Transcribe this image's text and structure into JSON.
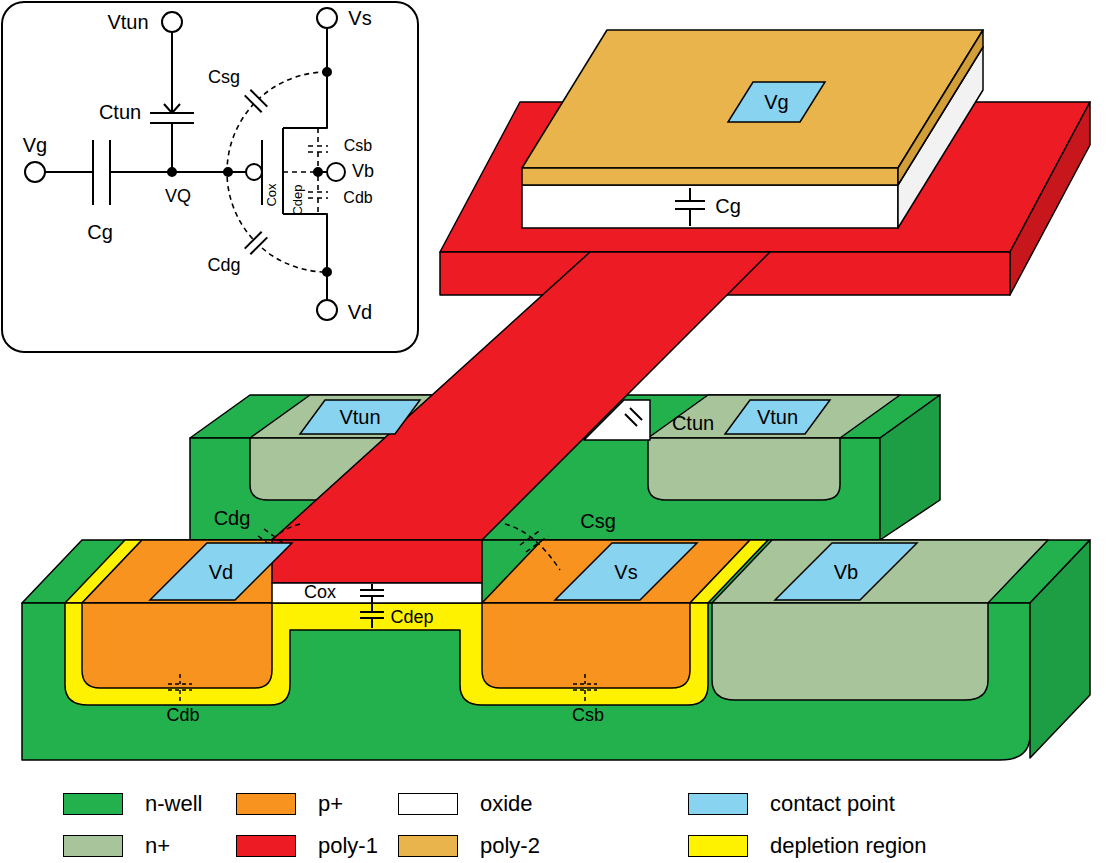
{
  "diagram": {
    "nodes": [
      {
        "text": [
          "Vg"
        ]
      },
      {
        "text": [
          "Vtun"
        ]
      },
      {
        "text": [
          "Vtun"
        ]
      },
      {
        "text": [
          "Vd"
        ]
      },
      {
        "text": [
          "Vs"
        ]
      },
      {
        "text": [
          "Vb"
        ]
      }
    ],
    "labels": [
      "Vtun",
      "Vs",
      "Ctun",
      "Csg",
      "Csb",
      "Vg",
      "VQ",
      "Vb",
      "Cox",
      "Cdep",
      "Cdb",
      "Cg",
      "Cdg",
      "Vd",
      "Cg",
      "Ctun",
      "Cdg",
      "Csg",
      "Cox",
      "Cdep",
      "Cdb",
      "Csb"
    ],
    "legend": [
      {
        "text": "n-well",
        "color": "#22b14c"
      },
      {
        "text": "p+",
        "color": "#f7931e"
      },
      {
        "text": "oxide",
        "color": "#ffffff"
      },
      {
        "text": "contact point",
        "color": "#87d3f0"
      },
      {
        "text": "n+",
        "color": "#a8c49a"
      },
      {
        "text": "poly-1",
        "color": "#ed1c24"
      },
      {
        "text": "poly-2",
        "color": "#e9b44c"
      },
      {
        "text": "depletion region",
        "color": "#fff200"
      }
    ]
  }
}
